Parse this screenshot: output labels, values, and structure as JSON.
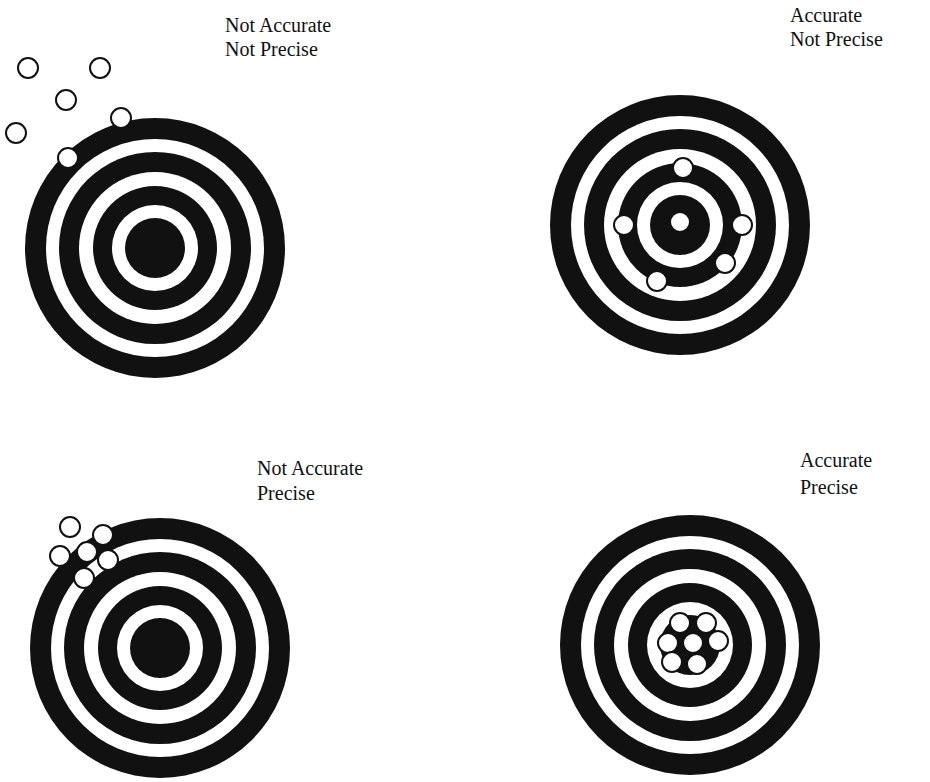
{
  "diagram": {
    "labels": [
      "Not Accurate",
      "Not Precise",
      "Accurate",
      "Not Precise",
      "Not Accurate",
      "Precise",
      "Accurate",
      "Precise"
    ]
  }
}
